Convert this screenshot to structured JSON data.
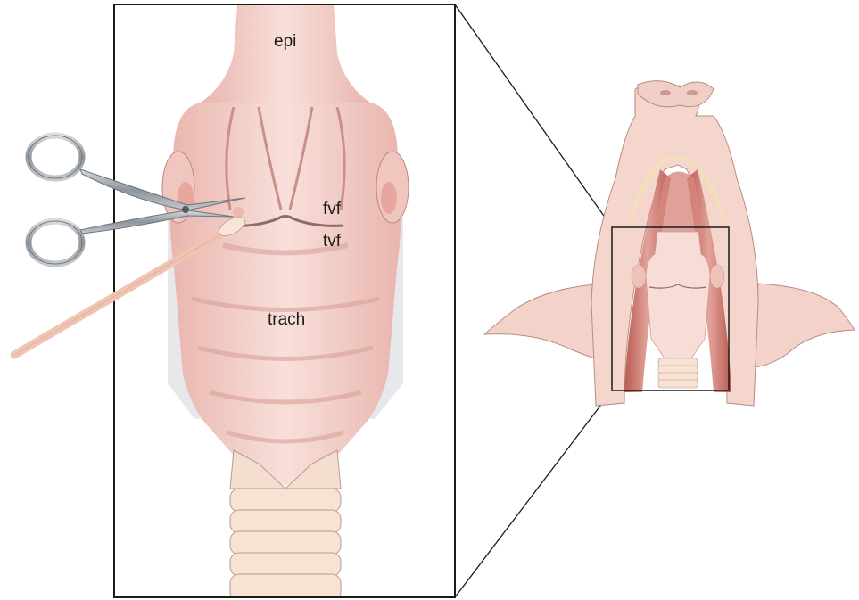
{
  "labels": {
    "epi": "epi",
    "fvf": "fvf",
    "tvf": "tvf",
    "trach": "trach"
  },
  "colors": {
    "tissue_light": "#f6d9d3",
    "tissue_mid": "#eebdb6",
    "tissue_dark": "#d99a93",
    "muscle": "#c9695f",
    "cartilage": "#f7e3d6",
    "steel": "#9aa0a6",
    "swab": "#f3c7b6",
    "outline": "#1a1a1a"
  },
  "icons": [
    "scissors-icon",
    "cotton-swab-icon"
  ]
}
